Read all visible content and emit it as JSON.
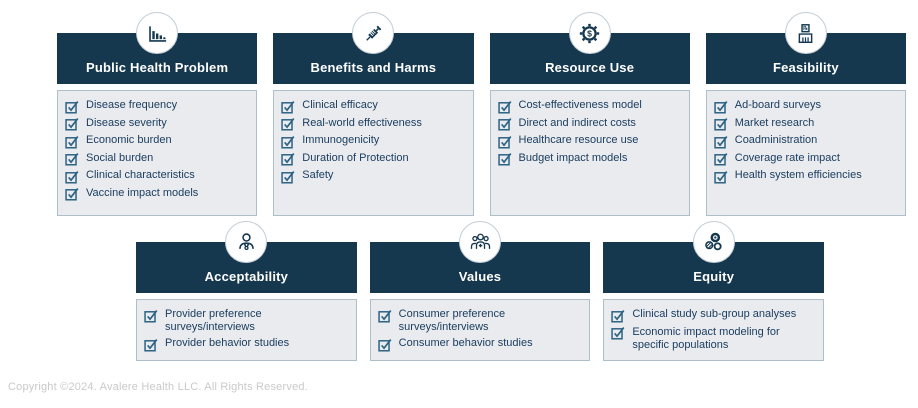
{
  "panels": [
    {
      "id": "public-health-problem",
      "row": "top",
      "icon": "bar-chart-icon",
      "title": "Public Health Problem",
      "items": [
        "Disease frequency",
        "Disease severity",
        "Economic burden",
        "Social burden",
        "Clinical characteristics",
        "Vaccine impact models"
      ]
    },
    {
      "id": "benefits-and-harms",
      "row": "top",
      "icon": "syringe-icon",
      "title": "Benefits and Harms",
      "items": [
        "Clinical efficacy",
        "Real-world effectiveness",
        "Immunogenicity",
        "Duration of Protection",
        "Safety"
      ]
    },
    {
      "id": "resource-use",
      "row": "top",
      "icon": "gear-dollar-icon",
      "title": "Resource Use",
      "items": [
        "Cost-effectiveness model",
        "Direct and indirect costs",
        "Healthcare resource use",
        "Budget impact models"
      ]
    },
    {
      "id": "feasibility",
      "row": "top",
      "icon": "pharmacy-building-icon",
      "title": "Feasibility",
      "items": [
        "Ad-board surveys",
        "Market research",
        "Coadministration",
        "Coverage rate impact",
        "Health system efficiencies"
      ]
    },
    {
      "id": "acceptability",
      "row": "bottom",
      "icon": "provider-stethoscope-icon",
      "title": "Acceptability",
      "items": [
        "Provider preference surveys/interviews",
        "Provider behavior studies"
      ]
    },
    {
      "id": "values",
      "row": "bottom",
      "icon": "consumer-group-icon",
      "title": "Values",
      "items": [
        "Consumer preference surveys/interviews",
        "Consumer behavior studies"
      ]
    },
    {
      "id": "equity",
      "row": "bottom",
      "icon": "equity-circles-icon",
      "title": "Equity",
      "items": [
        "Clinical study sub-group analyses",
        "Economic impact modeling for specific populations"
      ]
    }
  ],
  "footer": {
    "copyright": "Copyright ©2024. Avalere Health LLC. All Rights Reserved."
  },
  "colors": {
    "panel_header_bg": "#15384F",
    "icon_navy": "#15384F",
    "item_text": "#1C3E60",
    "checkbox_blue": "#2C6283",
    "box_bg": "#E9EBEE",
    "box_border": "#AEBFCA",
    "circle_border": "#C3CDD6",
    "footer_text": "#C9C9C9"
  }
}
